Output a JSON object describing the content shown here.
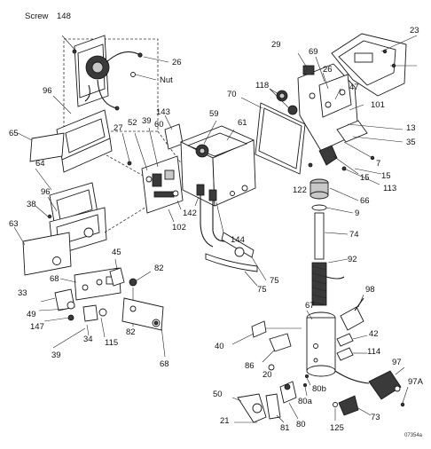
{
  "labels": {
    "screw": "Screw",
    "p148": "148",
    "p26a": "26",
    "nut": "Nut",
    "p96a": "96",
    "p65": "65",
    "p64": "64",
    "p96b": "96",
    "p38": "38",
    "p63": "63",
    "p27": "27",
    "p52": "52",
    "p39": "39",
    "p60": "60",
    "p143": "143",
    "p59": "59",
    "p61": "61",
    "p70": "70",
    "p118": "118",
    "p29": "29",
    "p69": "69",
    "p26b": "26",
    "p47": "47",
    "p23": "23",
    "p101": "101",
    "p13": "13",
    "p35": "35",
    "p7": "7",
    "p15a": "15",
    "p15b": "15",
    "p113": "113",
    "p122": "122",
    "p66": "66",
    "p9": "9",
    "p142": "142",
    "p102": "102",
    "p144": "144",
    "p74": "74",
    "p92": "92",
    "p75a": "75",
    "p75b": "75",
    "p45": "45",
    "p82a": "82",
    "p68a": "68",
    "p33": "33",
    "p49": "49",
    "p147": "147",
    "p34": "34",
    "p115": "115",
    "p82b": "82",
    "p39b": "39",
    "p68b": "68",
    "p98": "98",
    "p67": "67",
    "p42": "42",
    "p40": "40",
    "p114": "114",
    "p86": "86",
    "p20": "20",
    "p97": "97",
    "p97a": "97A",
    "p50": "50",
    "p80b": "80b",
    "p80a": "80a",
    "p80": "80",
    "p81": "81",
    "p73": "73",
    "p125": "125",
    "p21": "21"
  },
  "figure_ref": "07354a"
}
